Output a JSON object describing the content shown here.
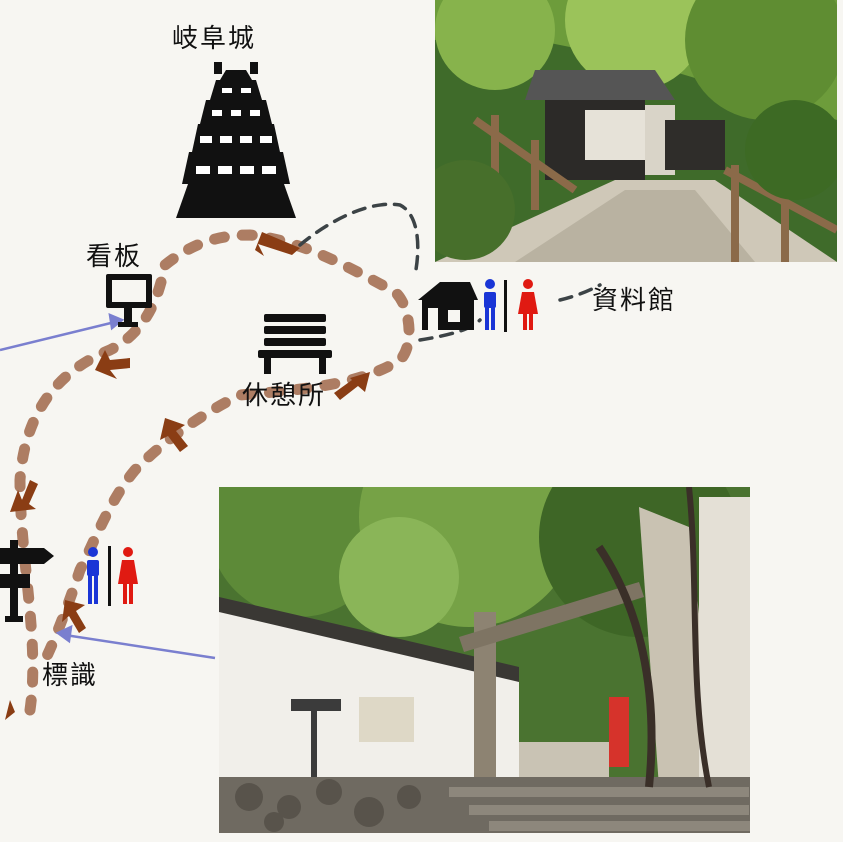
{
  "labels": {
    "castle": "岐阜城",
    "signboard": "看板",
    "museum": "資料館",
    "rest_area": "休憩所",
    "signpost": "標識"
  },
  "icons": {
    "castle": "castle-icon",
    "signboard": "signboard-icon",
    "bench": "bench-icon",
    "house": "house-icon",
    "restroom": "restroom-icon",
    "signpost": "signpost-icon",
    "arrow": "arrow-icon"
  },
  "photos": {
    "top": "museum-path-photo",
    "bottom": "stone-gate-photo"
  },
  "colors": {
    "trail": "#a0674a",
    "arrow": "#8a3d14",
    "dashed_path": "#3c4346",
    "pointer": "#7a7fcf",
    "male": "#1a35d6",
    "female": "#e01a12",
    "icon": "#111111"
  }
}
